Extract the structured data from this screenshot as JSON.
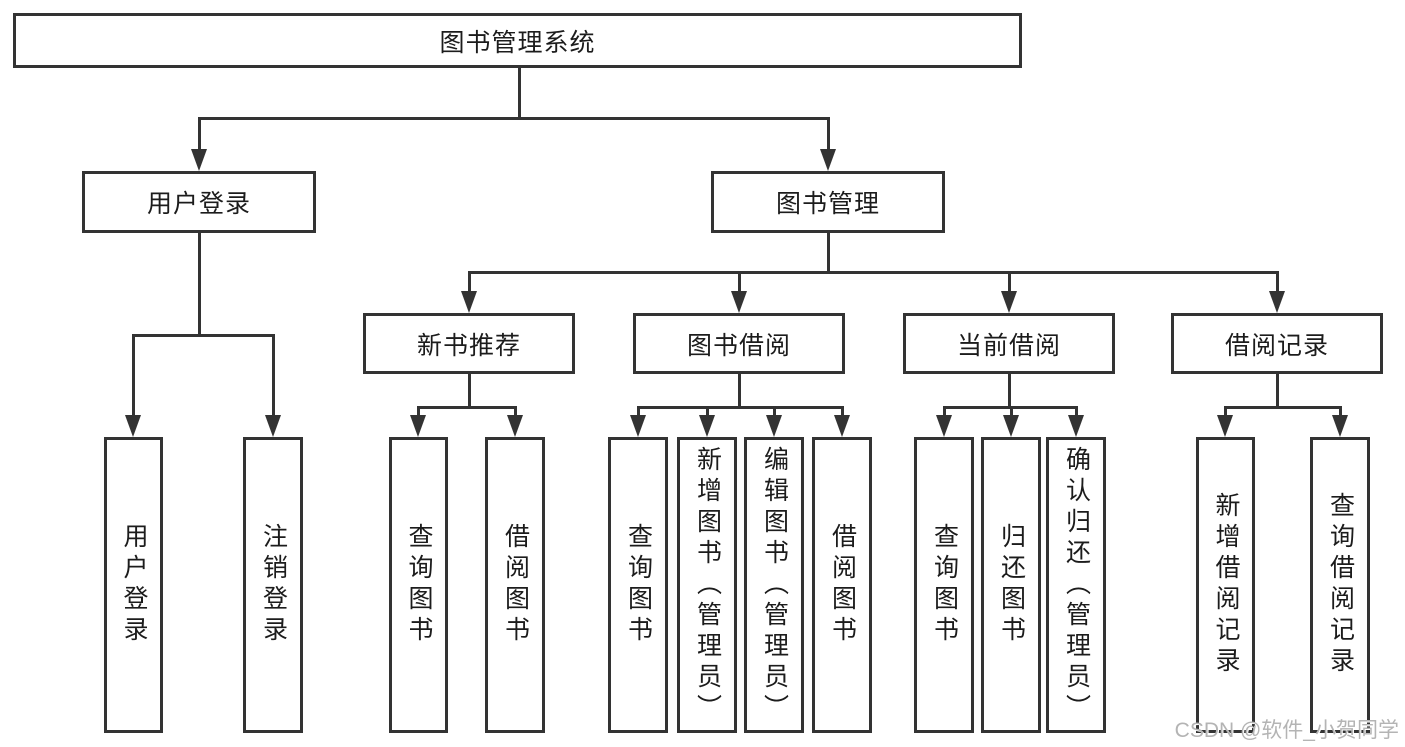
{
  "diagram": {
    "root": {
      "label": "图书管理系统"
    },
    "level2": [
      {
        "label": "用户登录"
      },
      {
        "label": "图书管理"
      }
    ],
    "level3": [
      {
        "label": "新书推荐"
      },
      {
        "label": "图书借阅"
      },
      {
        "label": "当前借阅"
      },
      {
        "label": "借阅记录"
      }
    ],
    "leaves": [
      {
        "label": "用户登录"
      },
      {
        "label": "注销登录"
      },
      {
        "label": "查询图书"
      },
      {
        "label": "借阅图书"
      },
      {
        "label": "查询图书"
      },
      {
        "label": "新增图书（管理员）"
      },
      {
        "label": "编辑图书（管理员）"
      },
      {
        "label": "借阅图书"
      },
      {
        "label": "查询图书"
      },
      {
        "label": "归还图书"
      },
      {
        "label": "确认归还（管理员）"
      },
      {
        "label": "新增借阅记录"
      },
      {
        "label": "查询借阅记录"
      }
    ],
    "watermark": "CSDN @软件_小贺同学",
    "colors": {
      "line": "#333333",
      "text": "#1c1c1c",
      "watermark": "#b4b4b4",
      "background": "#ffffff"
    }
  }
}
